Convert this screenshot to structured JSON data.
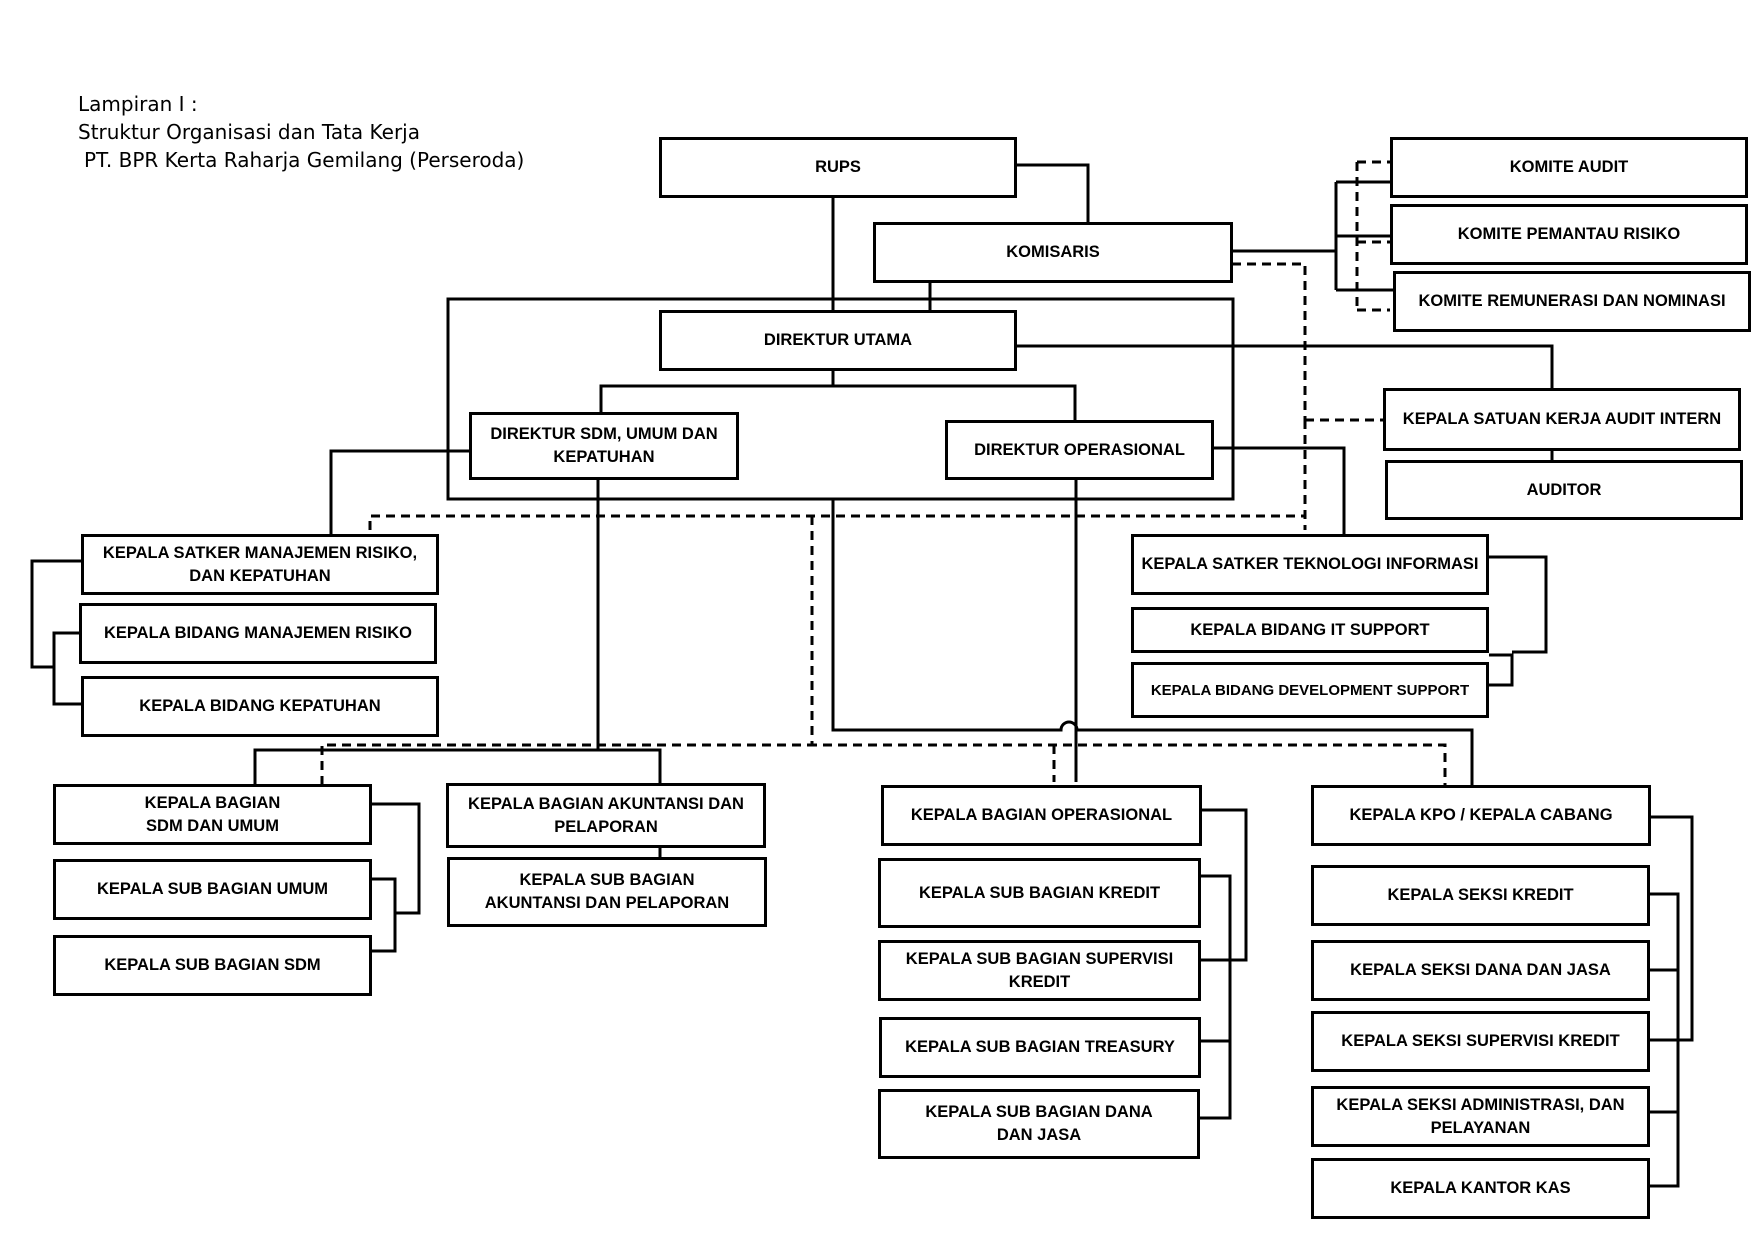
{
  "caption": {
    "line1": "Lampiran I :",
    "line2": "Struktur Organisasi dan Tata Kerja",
    "line3": "PT. BPR Kerta Raharja Gemilang (Perseroda)"
  },
  "boxes": {
    "rups": [
      "RUPS"
    ],
    "komisaris": [
      "KOMISARIS"
    ],
    "komite_audit": [
      "KOMITE AUDIT"
    ],
    "komite_pemantau_risiko": [
      "KOMITE PEMANTAU RISIKO"
    ],
    "komite_remunerasi": [
      "KOMITE REMUNERASI DAN NOMINASI"
    ],
    "direktur_utama": [
      "DIREKTUR UTAMA"
    ],
    "direktur_sdm": [
      "DIREKTUR SDM, UMUM DAN",
      "KEPATUHAN"
    ],
    "direktur_operasional": [
      "DIREKTUR OPERASIONAL"
    ],
    "kepala_skai": [
      "KEPALA SATUAN KERJA AUDIT INTERN"
    ],
    "auditor": [
      "AUDITOR"
    ],
    "satker_mr": [
      "KEPALA SATKER MANAJEMEN RISIKO,",
      "DAN KEPATUHAN"
    ],
    "bidang_mr": [
      "KEPALA BIDANG MANAJEMEN RISIKO"
    ],
    "bidang_kepatuhan": [
      "KEPALA BIDANG KEPATUHAN"
    ],
    "satker_ti": [
      "KEPALA SATKER TEKNOLOGI INFORMASI"
    ],
    "bidang_it_support": [
      "KEPALA BIDANG IT SUPPORT"
    ],
    "bidang_dev_support": [
      "KEPALA BIDANG DEVELOPMENT SUPPORT"
    ],
    "bagian_sdm_umum": [
      "KEPALA BAGIAN",
      "SDM DAN UMUM"
    ],
    "sub_umum": [
      "KEPALA SUB BAGIAN UMUM"
    ],
    "sub_sdm": [
      "KEPALA SUB BAGIAN SDM"
    ],
    "bagian_akuntansi": [
      "KEPALA BAGIAN AKUNTANSI DAN",
      "PELAPORAN"
    ],
    "sub_akuntansi": [
      "KEPALA SUB BAGIAN",
      "AKUNTANSI DAN PELAPORAN"
    ],
    "bagian_operasional": [
      "KEPALA BAGIAN OPERASIONAL"
    ],
    "sub_kredit": [
      "KEPALA SUB BAGIAN KREDIT"
    ],
    "sub_supervisi_kredit": [
      "KEPALA SUB BAGIAN SUPERVISI",
      "KREDIT"
    ],
    "sub_treasury": [
      "KEPALA SUB BAGIAN TREASURY"
    ],
    "sub_dana_jasa": [
      "KEPALA SUB BAGIAN DANA",
      "DAN JASA"
    ],
    "kpo_cabang": [
      "KEPALA KPO / KEPALA CABANG"
    ],
    "seksi_kredit": [
      "KEPALA SEKSI KREDIT"
    ],
    "seksi_dana_jasa": [
      "KEPALA SEKSI DANA DAN JASA"
    ],
    "seksi_supervisi_kredit": [
      "KEPALA SEKSI SUPERVISI KREDIT"
    ],
    "seksi_administrasi": [
      "KEPALA SEKSI ADMINISTRASI, DAN",
      "PELAYANAN"
    ],
    "kantor_kas": [
      "KEPALA KANTOR KAS"
    ]
  }
}
